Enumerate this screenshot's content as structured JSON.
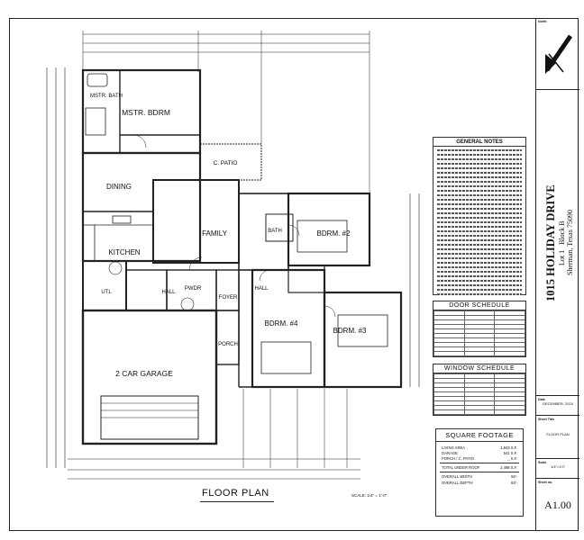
{
  "plan": {
    "title": "FLOOR PLAN",
    "scale": "SCALE: 1/4\" = 1'-0\"",
    "rooms": {
      "master_bath": "MSTR. BATH",
      "master_bedroom": "MSTR. BDRM",
      "dining": "DINING",
      "kitchen": "KITCHEN",
      "family": "FAMILY",
      "patio": "C. PATIO",
      "bedroom2": "BDRM. #2",
      "bedroom3": "BDRM. #3",
      "bedroom4": "BDRM. #4",
      "bath": "BATH",
      "hall1": "HALL",
      "hall2": "HALL",
      "utility": "UTL",
      "powder": "PWDR",
      "foyer": "FOYER",
      "porch": "PORCH",
      "garage": "2 CAR GARAGE"
    }
  },
  "notes": {
    "title": "GENERAL NOTES"
  },
  "door_schedule": {
    "title": "DOOR SCHEDULE"
  },
  "window_schedule": {
    "title": "WINDOW SCHEDULE"
  },
  "square_footage": {
    "title": "SQUARE FOOTAGE",
    "rows": [
      {
        "label": "LIVING AREA",
        "value": "1,843 S.F."
      },
      {
        "label": "GARAGE",
        "value": "541 S.F."
      },
      {
        "label": "PORCH / C. PATIO",
        "value": "_ S.F."
      }
    ],
    "total": {
      "label": "TOTAL UNDER ROOF",
      "value": "2,498 S.F."
    },
    "dims": [
      {
        "label": "OVERALL WIDTH",
        "value": "56'-"
      },
      {
        "label": "OVERALL DEPTH",
        "value": "63'-"
      }
    ]
  },
  "title_block": {
    "north_label": "North",
    "address": "1015 HOLIDAY DRIVE",
    "lot": "Lot 1",
    "block": "Block B",
    "city": "Sherman, Texas 75090",
    "date_label": "Date",
    "date": "DECEMBER, 2024",
    "sheet_title_label": "Sheet Title",
    "sheet_title": "FLOOR PLAN",
    "scale_label": "Scale",
    "scale": "1/4\"=1'0\"",
    "sheet_no_label": "Sheet no.",
    "sheet_no": "A1.00"
  },
  "colors": {
    "line": "#222222",
    "paper": "#ffffff"
  },
  "icons": [
    "north-arrow-icon"
  ]
}
